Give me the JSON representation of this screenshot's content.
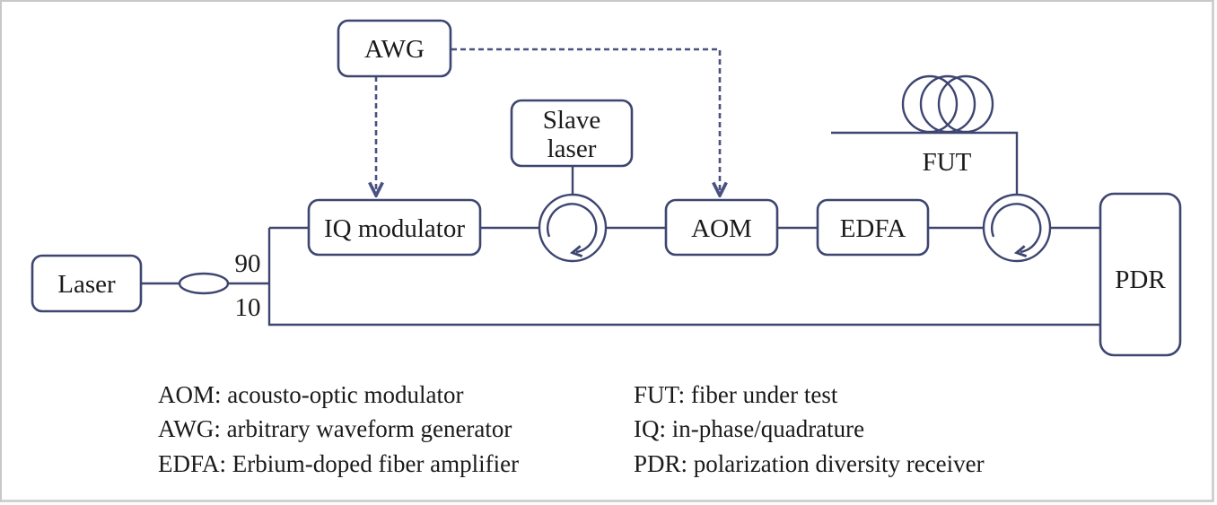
{
  "diagram": {
    "components": {
      "awg": "AWG",
      "slave_laser_line1": "Slave",
      "slave_laser_line2": "laser",
      "laser": "Laser",
      "iq_modulator": "IQ modulator",
      "aom": "AOM",
      "edfa": "EDFA",
      "pdr": "PDR",
      "fut": "FUT"
    },
    "coupler": {
      "upper_ratio": "90",
      "lower_ratio": "10"
    },
    "icons": [
      "optical-circulator-icon",
      "optical-circulator-icon",
      "fiber-coil-icon",
      "fiber-coupler-icon"
    ],
    "colors": {
      "line": "#3d4570",
      "text": "#1a1a1a"
    }
  },
  "legend": {
    "left": [
      "AOM: acousto-optic modulator",
      "AWG: arbitrary waveform generator",
      "EDFA: Erbium-doped fiber amplifier"
    ],
    "right": [
      "FUT: fiber under test",
      "IQ: in-phase/quadrature",
      "PDR: polarization diversity receiver"
    ]
  }
}
